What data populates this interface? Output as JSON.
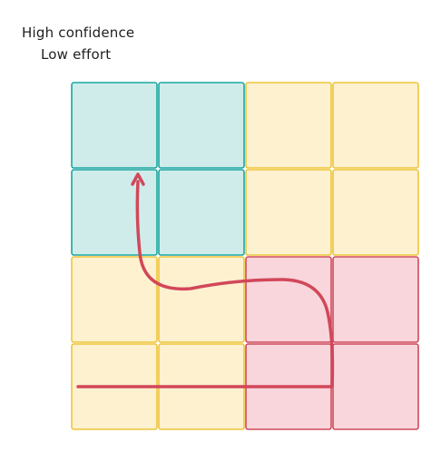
{
  "labels": {
    "line1": "High confidence",
    "line2": "Low effort"
  },
  "grid": {
    "rows": 4,
    "cols": 4,
    "cells": [
      [
        "teal",
        "teal",
        "yellow",
        "yellow"
      ],
      [
        "teal",
        "teal",
        "yellow",
        "yellow"
      ],
      [
        "yellow",
        "yellow",
        "pink",
        "pink"
      ],
      [
        "yellow",
        "yellow",
        "pink",
        "pink"
      ]
    ]
  },
  "colors": {
    "teal_fill": "#cfeceb",
    "teal_stroke": "#1aa6a0",
    "yellow_fill": "#fdf1cf",
    "yellow_stroke": "#eec53a",
    "pink_fill": "#f8d6dc",
    "pink_stroke": "#cf4a5c",
    "arrow": "#d2475a"
  }
}
